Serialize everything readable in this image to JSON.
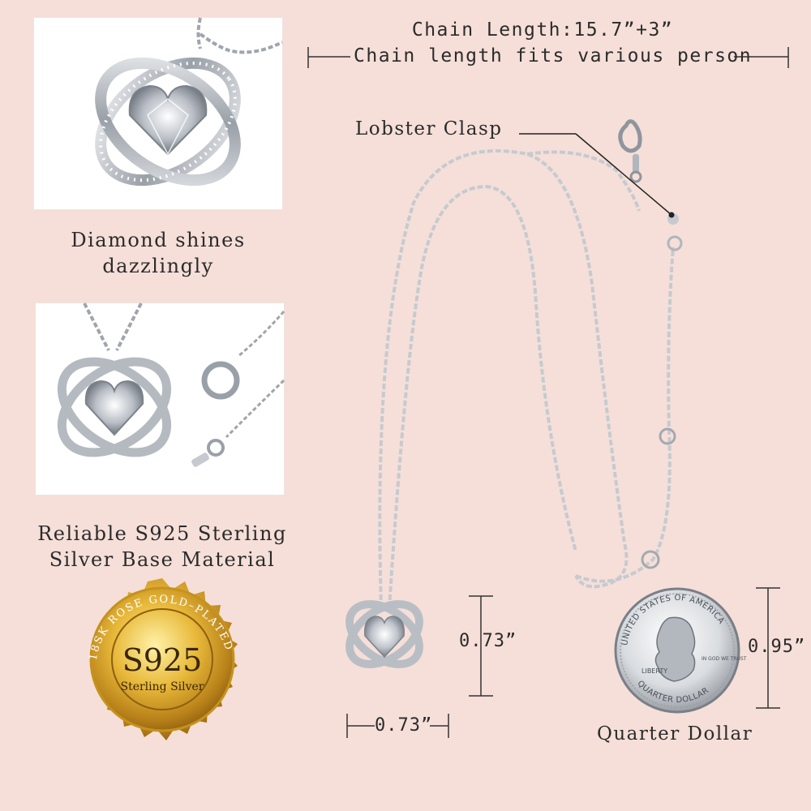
{
  "header": {
    "chain_length": "Chain Length:15.7”+3”",
    "chain_fit": "Chain length fits various person"
  },
  "features": [
    {
      "image": "pendant-closeup",
      "caption_lines": [
        "Diamond shines",
        "dazzlingly"
      ]
    },
    {
      "image": "pendant-and-clasp",
      "caption_lines": [
        "Reliable S925 Sterling",
        "Silver Base Material"
      ]
    }
  ],
  "seal": {
    "ring_text": "18SK ROSE GOLD–PLATED",
    "main": "S925",
    "sub": "Sterling Silver"
  },
  "callouts": {
    "clasp": "Lobster Clasp",
    "pendant_height": "0.73”",
    "pendant_width": "0.73”",
    "coin_height": "0.95”",
    "coin_label": "Quarter Dollar"
  },
  "coin": {
    "top_text": "UNITED STATES OF AMERICA",
    "liberty": "LIBERTY",
    "motto": "IN GOD WE TRUST",
    "bottom_text": "QUARTER DOLLAR"
  },
  "colors": {
    "background": "#f5dfd8",
    "silver": "#c9ccd2",
    "gold": "#d9a52a"
  }
}
